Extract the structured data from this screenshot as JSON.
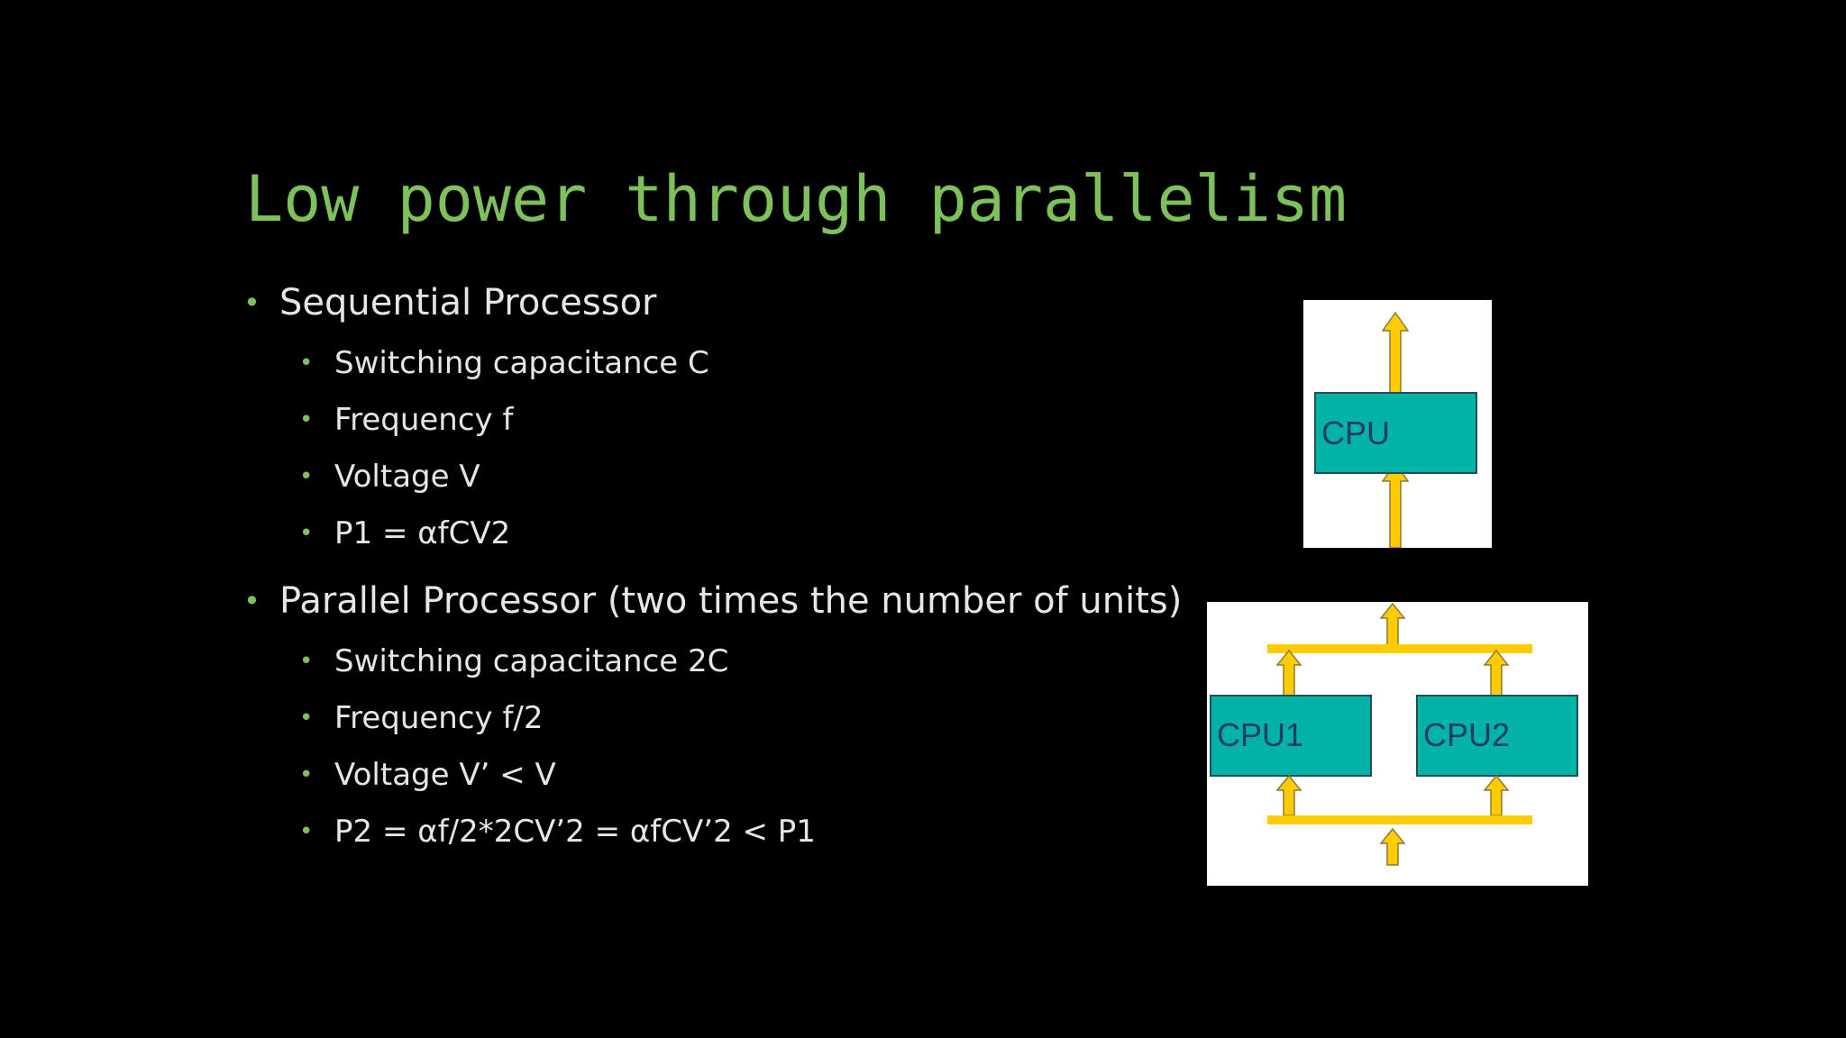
{
  "slide": {
    "title": "Low power through parallelism",
    "bullet_symbol": "•",
    "sections": [
      {
        "heading": "Sequential Processor",
        "items": [
          "Switching capacitance C",
          "Frequency f",
          "Voltage V",
          "P1 = αfCV2"
        ]
      },
      {
        "heading": "Parallel Processor (two times the number of units)",
        "items": [
          "Switching capacitance 2C",
          "Frequency f/2",
          "Voltage V’ < V",
          "P2 = αf/2*2CV’2 = αfCV’2 < P1"
        ]
      }
    ]
  },
  "figures": {
    "sequential": {
      "cpu_label": "CPU"
    },
    "parallel": {
      "cpu1_label": "CPU1",
      "cpu2_label": "CPU2"
    }
  },
  "colors": {
    "background": "#000000",
    "title": "#7ec15a",
    "bullet": "#7ec15a",
    "text": "#e6e6e6",
    "cpu_fill": "#00b3a4",
    "cpu_border": "#1f4e5f",
    "cpu_text": "#1f3b66",
    "arrow_fill": "#ffcc00",
    "arrow_stroke": "#8c7a3a"
  }
}
